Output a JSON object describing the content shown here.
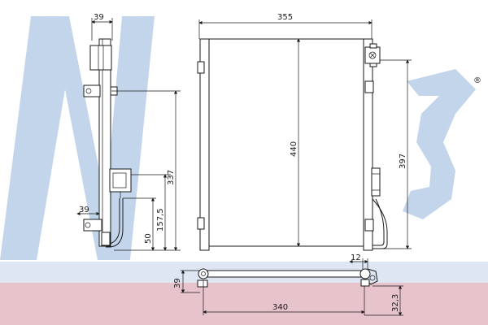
{
  "drawing": {
    "watermark": {
      "band_color": "#e7c3cc",
      "letter_color": "#c3d5ea",
      "registered_mark": "®"
    },
    "dimensions": {
      "side_top_width": "39",
      "side_height": "337",
      "side_bracket_width": "39",
      "side_pipe_height": "157,5",
      "side_pipe_offset": "50",
      "front_width": "355",
      "front_core_height": "440",
      "front_height": "397",
      "bottom_pipe_gap": "12",
      "bottom_depth": "39",
      "bottom_width": "340",
      "bottom_pipe_height": "32,3"
    }
  }
}
